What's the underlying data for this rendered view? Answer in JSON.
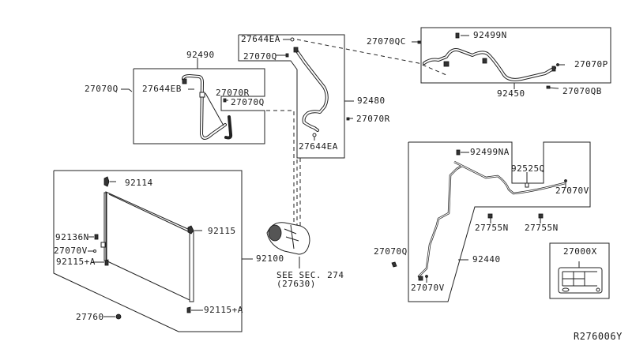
{
  "diagram": {
    "ref_code": "R276006Y",
    "labels": {
      "p92490": "92490",
      "p27070Q_left": "27070Q",
      "p27644EB": "27644EB",
      "p27070R_inner": "27070R",
      "p27070Q_inner": "27070Q",
      "p27644EA_top": "27644EA",
      "p27070Q_top": "27070Q",
      "p92480": "92480",
      "p27070R_right": "27070R",
      "p27644EA_bottom": "27644EA",
      "p27070QC": "27070QC",
      "p92499N": "92499N",
      "p27070P": "27070P",
      "p92450": "92450",
      "p27070QB": "27070QB",
      "p92114": "92114",
      "p92115": "92115",
      "p92136N": "92136N",
      "p27070V_cond": "27070V",
      "p92115A_left": "92115+A",
      "p92100": "92100",
      "p92115A_bottom": "92115+A",
      "p27760": "27760",
      "see_sec_line1": "SEE SEC. 274",
      "see_sec_line2": "(27630)",
      "p92499NA": "92499NA",
      "p92525Q": "92525Q",
      "p27070V_right": "27070V",
      "p27755N_a": "27755N",
      "p27755N_b": "27755N",
      "p27070Q_lower": "27070Q",
      "p92440": "92440",
      "p27070V_bottom": "27070V",
      "p27000X": "27000X"
    }
  }
}
